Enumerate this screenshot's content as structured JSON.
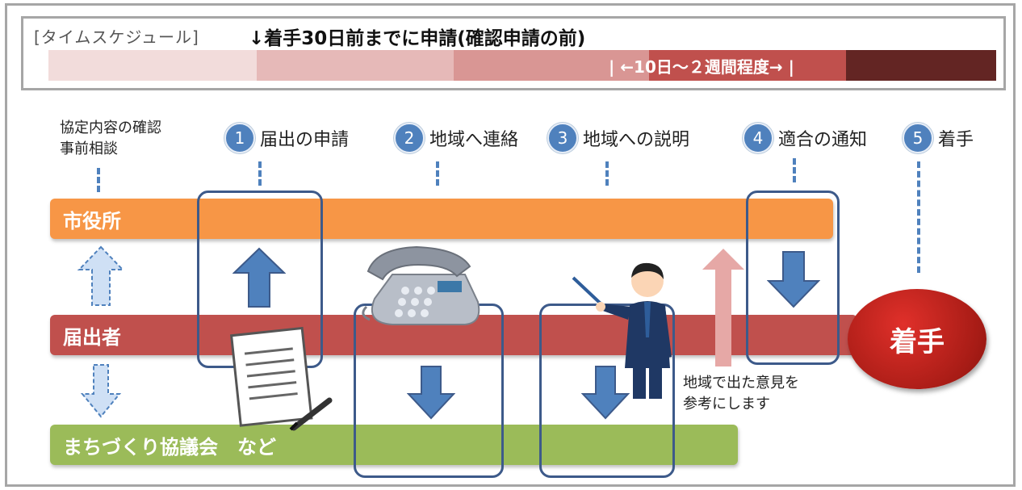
{
  "timeline": {
    "label": "[タイムスケジュール]",
    "heading": "↓着手30日前までに申請(確認申請の前)",
    "range": "| ←10日～２週間程度→ |",
    "segment_colors": [
      "#f2dcdb",
      "#e6b9b8",
      "#d99694",
      "#c0504d",
      "#632523"
    ]
  },
  "steps": {
    "pre_line1": "協定内容の確認",
    "pre_line2": "事前相談",
    "s1_num": "1",
    "s1_label": "届出の申請",
    "s2_num": "2",
    "s2_label": "地域へ連絡",
    "s3_num": "3",
    "s3_label": "地域への説明",
    "s4_num": "4",
    "s4_label": "適合の通知",
    "s5_num": "5",
    "s5_label": "着手"
  },
  "lanes": {
    "city": {
      "label": "市役所",
      "color": "#f79646"
    },
    "applicant": {
      "label": "届出者",
      "color": "#c0504d"
    },
    "council": {
      "label": "まちづくり協議会　など",
      "color": "#9bbb59"
    }
  },
  "start_label": "着手",
  "note_line1": "地域で出た意見を",
  "note_line2": "参考にします",
  "colors": {
    "accent_blue": "#4f81bd",
    "box_border": "#3d5a8a",
    "pink_arrow": "#e6a8a6"
  }
}
